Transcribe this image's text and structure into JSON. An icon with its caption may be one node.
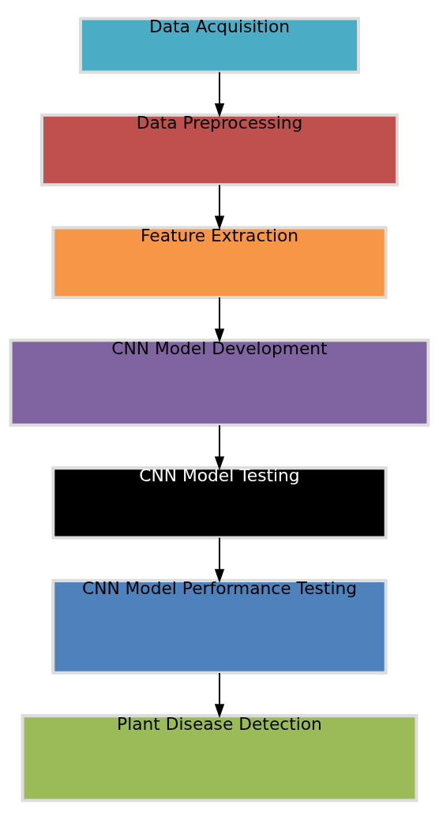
{
  "diagram": {
    "nodes": [
      {
        "text": [
          "Data Acquisition"
        ]
      },
      {
        "text": [
          "Data Preprocessing"
        ]
      },
      {
        "text": [
          "Feature Extraction"
        ]
      },
      {
        "text": [
          "CNN Model Development"
        ]
      },
      {
        "text": [
          "CNN Model Testing"
        ]
      },
      {
        "text": [
          "CNN Model Performance Testing"
        ]
      },
      {
        "text": [
          "Plant Disease Detection"
        ]
      }
    ],
    "edges": [
      {
        "from": 0,
        "to": 1,
        "arrow": "to"
      },
      {
        "from": 1,
        "to": 2,
        "arrow": "to"
      },
      {
        "from": 2,
        "to": 3,
        "arrow": "to"
      },
      {
        "from": 3,
        "to": 4,
        "arrow": "to"
      },
      {
        "from": 4,
        "to": 5,
        "arrow": "to"
      },
      {
        "from": 5,
        "to": 6,
        "arrow": "to"
      }
    ]
  }
}
